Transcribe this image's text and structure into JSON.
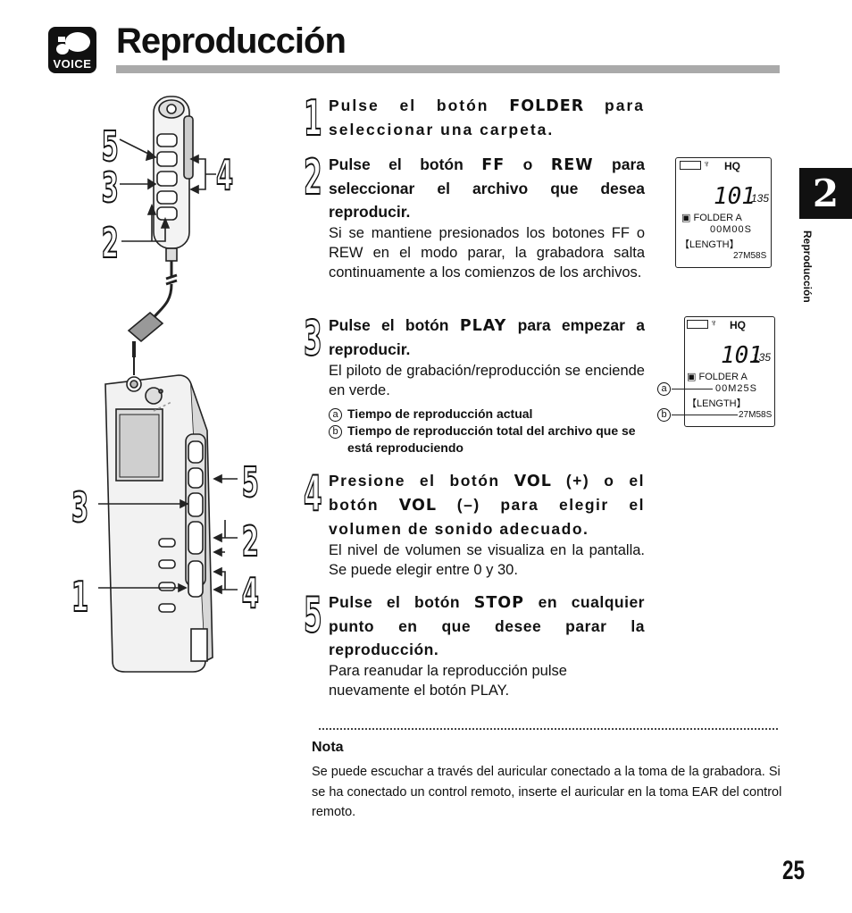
{
  "header": {
    "logo_text": "VOICE",
    "title": "Reproducción"
  },
  "tab": {
    "chapter": "2",
    "side_label": "Reproducción"
  },
  "figure": {
    "remote_callouts": [
      "5",
      "3",
      "2",
      "4"
    ],
    "recorder_callouts": [
      "3",
      "1",
      "5",
      "2",
      "4"
    ]
  },
  "steps": [
    {
      "num": "1",
      "head": [
        {
          "t": "Pulse el botón "
        },
        {
          "t": "FOLDER",
          "kw": true
        },
        {
          "t": " para seleccionar una carpeta."
        }
      ]
    },
    {
      "num": "2",
      "head": [
        {
          "t": "Pulse el botón "
        },
        {
          "t": "FF",
          "kw": true
        },
        {
          "t": " o "
        },
        {
          "t": "REW",
          "kw": true
        },
        {
          "t": " para seleccionar el archivo que desea reproducir."
        }
      ],
      "body": "Si se mantiene presionados los botones FF o REW en el modo parar, la grabadora salta continuamente a los comienzos de los archivos."
    },
    {
      "num": "3",
      "head": [
        {
          "t": "Pulse el botón "
        },
        {
          "t": "PLAY",
          "kw": true
        },
        {
          "t": " para empezar a reproducir."
        }
      ],
      "body": "El piloto de grabación/reproducción se enciende en verde.",
      "annotations": [
        {
          "mark": "a",
          "text": "Tiempo de reproducción actual"
        },
        {
          "mark": "b",
          "text": "Tiempo de reproducción total del archivo que se está reproduciendo"
        }
      ]
    },
    {
      "num": "4",
      "head": [
        {
          "t": "Presione el botón "
        },
        {
          "t": "VOL",
          "kw": true
        },
        {
          "t": " (+) o el botón "
        },
        {
          "t": "VOL",
          "kw": true
        },
        {
          "t": " (–) para elegir el volumen de sonido adecuado."
        }
      ],
      "body": "El nivel de volumen se visualiza en la pantalla. Se puede elegir entre 0 y 30."
    },
    {
      "num": "5",
      "head": [
        {
          "t": "Pulse el botón "
        },
        {
          "t": "STOP",
          "kw": true
        },
        {
          "t": " en cualquier punto en que desee parar la reproducción."
        }
      ],
      "body": "Para reanudar la reproducción pulse nuevamente el botón PLAY."
    }
  ],
  "lcd1": {
    "mode": "HQ",
    "file": "101",
    "total": "135",
    "folder": "FOLDER A",
    "time": "00M00S",
    "length_label": "【LENGTH】",
    "length": "27M58S"
  },
  "lcd2": {
    "mode": "HQ",
    "file": "101",
    "total": "135",
    "folder": "FOLDER A",
    "time": "00M25S",
    "length_label": "【LENGTH】",
    "length": "27M58S",
    "mark_a": "a",
    "mark_b": "b"
  },
  "note": {
    "title": "Nota",
    "text": "Se puede escuchar a través del auricular conectado a la toma de la grabadora. Si se ha conectado un control remoto, inserte el auricular en la toma EAR del control remoto."
  },
  "page_number": "25"
}
